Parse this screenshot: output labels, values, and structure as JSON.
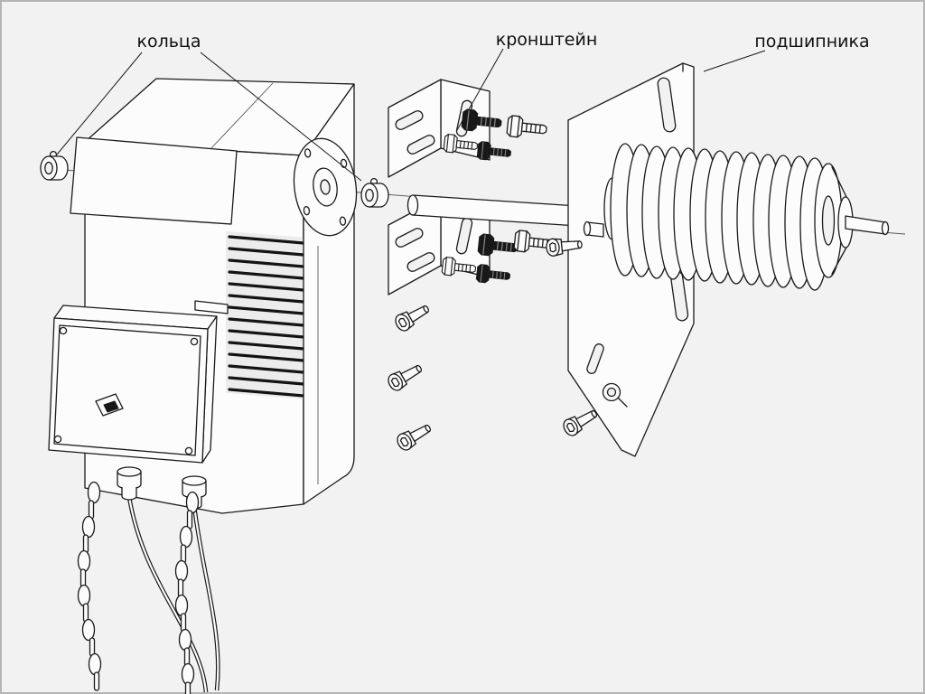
{
  "figure": {
    "type": "exploded-assembly-diagram",
    "background_color": "#f2f2f2",
    "line_color": "#1a1a1a",
    "labels": {
      "rings": "кольца",
      "bracket": "кронштейн",
      "bearing": "подшипника"
    }
  }
}
